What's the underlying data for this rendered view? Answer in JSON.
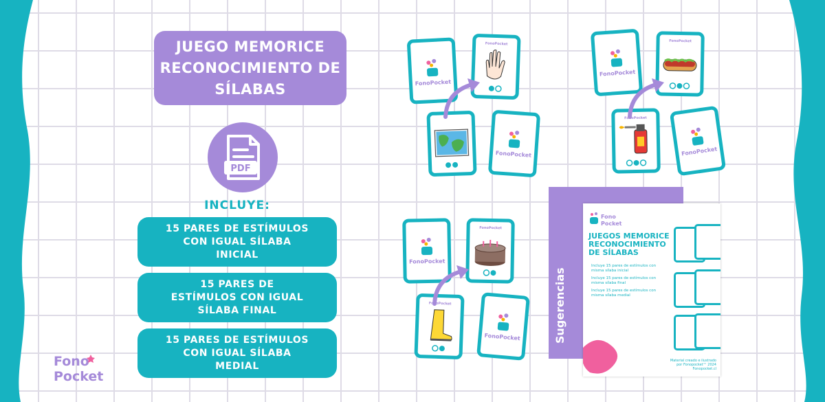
{
  "title": {
    "line1": "JUEGO MEMORICE",
    "line2": "RECONOCIMIENTO DE",
    "line3": "SÍLABAS"
  },
  "pdf_label": "PDF",
  "includes_label": "INCLUYE:",
  "items": [
    {
      "line1": "15 PARES DE ESTÍMULOS",
      "line2": "CON IGUAL SÍLABA",
      "line3": "INICIAL"
    },
    {
      "line1": "15 PARES DE",
      "line2": "ESTÍMULOS CON IGUAL",
      "line3": "SÍLABA FINAL"
    },
    {
      "line1": "15 PARES DE ESTÍMULOS",
      "line2": "CON IGUAL SÍLABA",
      "line3": "MEDIAL"
    }
  ],
  "brand": {
    "line1": "Fono",
    "line2": "Pocket"
  },
  "card_logo": "FonoPocket",
  "card_logo_small": "FonoPocket",
  "booklet": {
    "logo1": "Fono",
    "logo2": "Pocket",
    "title_l1": "JUEGOS MEMORICE",
    "title_l2": "RECONOCIMIENTO",
    "title_l3": "DE SÍLABAS",
    "bullets": [
      "Incluye 15 pares de estímulos con misma sílaba inicial",
      "Incluye 15 pares de estímulos con misma sílaba final",
      "Incluye 15 pares de estímulos con misma sílaba medial"
    ],
    "side_label": "Sugerencias",
    "footer_l1": "Material creado e ilustrado",
    "footer_l2": "por Fonopocket™ 2024",
    "footer_l3": "Fonopocket.cl"
  },
  "colors": {
    "teal": "#17b3c1",
    "purple": "#a58ad9",
    "pink": "#f0609e"
  }
}
